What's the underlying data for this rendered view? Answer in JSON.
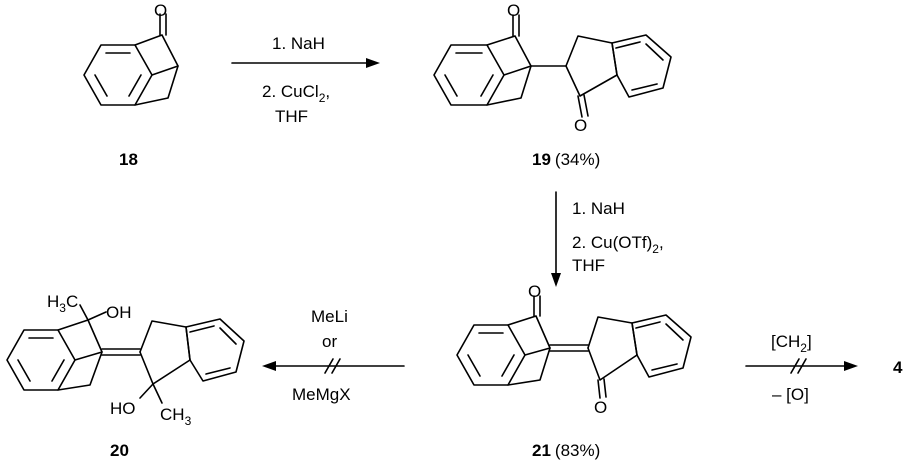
{
  "compounds": {
    "c18": {
      "number": "18"
    },
    "c19": {
      "number": "19",
      "yield": "(34%)"
    },
    "c21": {
      "number": "21",
      "yield": "(83%)"
    },
    "c20": {
      "number": "20"
    },
    "c4": {
      "number": "4"
    }
  },
  "atoms": {
    "oxygen": "O",
    "oh": "OH",
    "ho": "HO",
    "methyl_left_main": "H",
    "methyl_left_sub": "3",
    "methyl_left_c": "C",
    "methyl_right_c": "CH",
    "methyl_right_sub": "3"
  },
  "arrows": {
    "step1": {
      "line1": "1. NaH",
      "line2_main": "2. CuCl",
      "line2_sub": "2",
      "line2_tail": ",",
      "line3": "THF"
    },
    "step2": {
      "line1": "1. NaH",
      "line2_main": "2. Cu(OTf)",
      "line2_sub": "2",
      "line2_tail": ",",
      "line3": "THF"
    },
    "step3": {
      "line1": "MeLi",
      "line2": "or",
      "line3": "MeMgX",
      "blocked": true
    },
    "step4": {
      "above_main": "[CH",
      "above_sub": "2",
      "above_tail": "]",
      "below": "– [O]",
      "blocked": true
    }
  }
}
